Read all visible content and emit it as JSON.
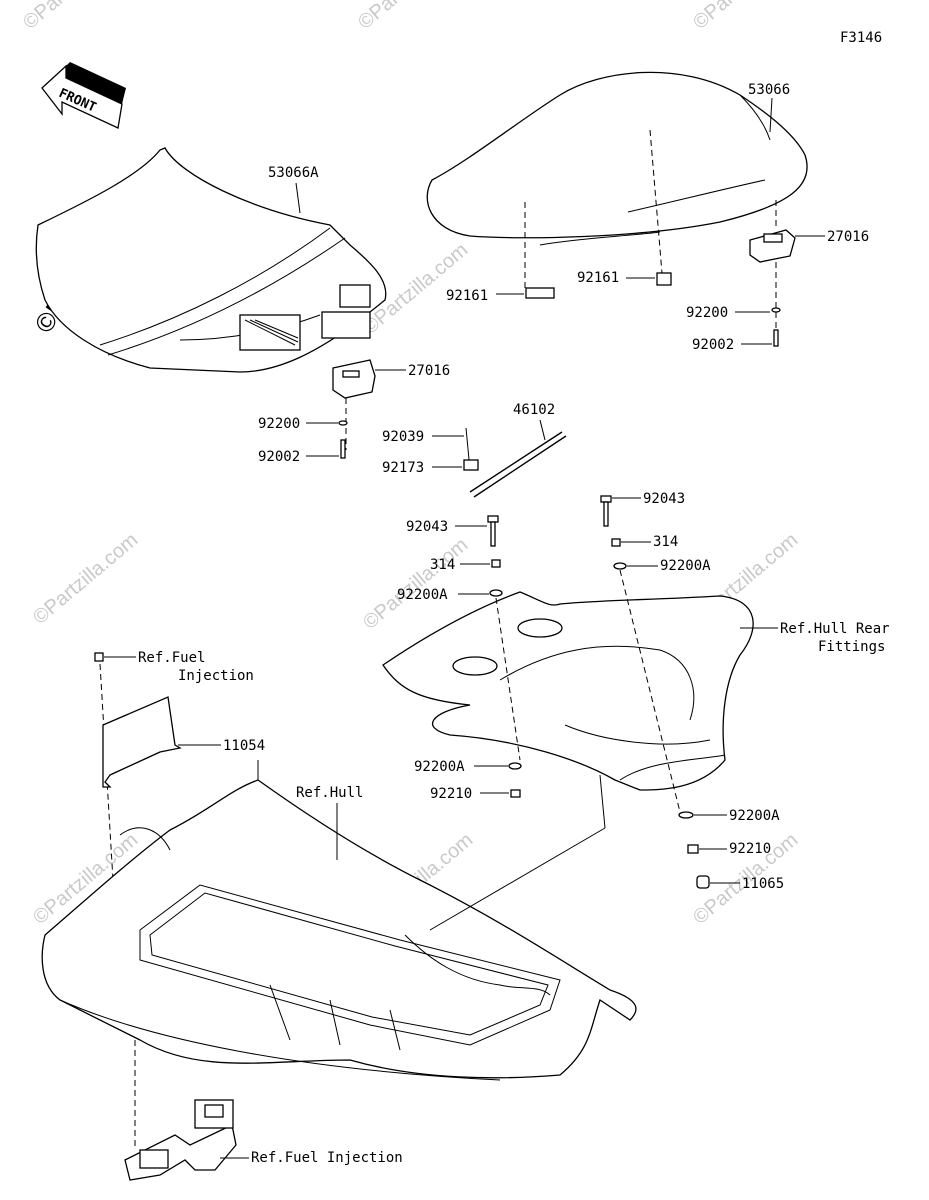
{
  "figure_code": "F3146",
  "front_arrow_label": "FRONT",
  "watermark": "©Partzilla.com",
  "callouts": {
    "p53066": "53066",
    "p53066a": "53066A",
    "p27016_right": "27016",
    "p27016_left": "27016",
    "p92161_left": "92161",
    "p92161_mid": "92161",
    "p92200_right": "92200",
    "p92002_right": "92002",
    "p92200_left": "92200",
    "p92002_left": "92002",
    "p46102": "46102",
    "p92039": "92039",
    "p92173": "92173",
    "p92043_right": "92043",
    "p92043_left": "92043",
    "p314_right": "314",
    "p314_left": "314",
    "p92200a_right": "92200A",
    "p92200a_left": "92200A",
    "ref_hull_rear_1": "Ref.Hull Rear",
    "ref_hull_rear_2": "Fittings",
    "ref_fuel_1": "Ref.Fuel",
    "ref_fuel_2": "Injection",
    "p11054": "11054",
    "ref_hull": "Ref.Hull",
    "p92200a_lower": "92200A",
    "p92210_left": "92210",
    "p92200a_lower_right": "92200A",
    "p92210_right": "92210",
    "p11065": "11065",
    "ref_fuel_bottom": "Ref.Fuel Injection"
  }
}
